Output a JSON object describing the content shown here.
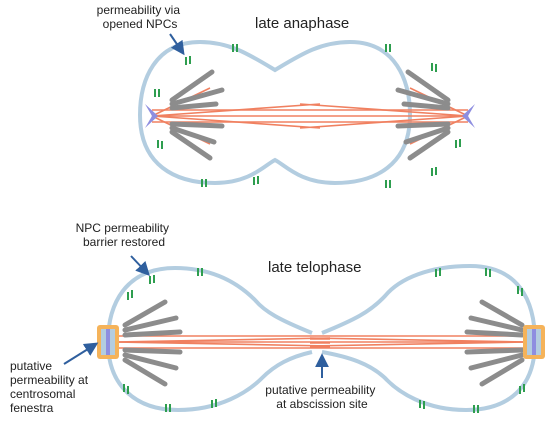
{
  "anaphase": {
    "title": "late anaphase",
    "annotation_lines": [
      "permeability via",
      "opened NPCs"
    ]
  },
  "telophase": {
    "title": "late telophase",
    "annotation_top_lines": [
      "NPC permeability",
      "barrier restored"
    ],
    "annotation_left_lines": [
      "putative",
      "permeability at",
      "centrosomal",
      "fenestra"
    ],
    "annotation_bottom_lines": [
      "putative permeability",
      "at abscission site"
    ]
  },
  "colors": {
    "envelope": "#b3cde0",
    "npc": "#2e9e4f",
    "chromosome": "#8c8c8c",
    "spindle": "#f08060",
    "pole": "#8e8ee0",
    "arrow": "#2f5f9e",
    "fenestra_dot": "#f5b35a"
  }
}
